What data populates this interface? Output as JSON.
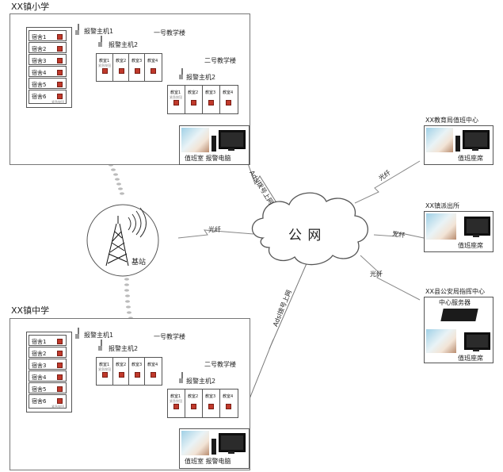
{
  "public_network": "公  网",
  "base_station": "基站",
  "link_labels": {
    "adsl_top": "Adsl拨号上网",
    "adsl_bottom": "Adsl拨号上网",
    "fiber": "光纤"
  },
  "schools": [
    {
      "name": "XX镇小学",
      "dorms": [
        "宿舍1",
        "宿舍2",
        "宿舍3",
        "宿舍4",
        "宿舍5",
        "宿舍6"
      ],
      "dorm_tag": "紧急按钮",
      "host1": "报警主机1",
      "host2": "报警主机2",
      "host3": "报警主机2",
      "building1": "一号教学楼",
      "building2": "二号教学楼",
      "classrooms": [
        "教室1",
        "教室2",
        "教室3",
        "教室4"
      ],
      "class_tag": "紧急按钮",
      "duty": "值班室 报警电脑"
    },
    {
      "name": "XX镇中学",
      "dorms": [
        "宿舍1",
        "宿舍2",
        "宿舍3",
        "宿舍4",
        "宿舍5",
        "宿舍6"
      ],
      "dorm_tag": "紧急按钮",
      "host1": "报警主机1",
      "host2": "报警主机2",
      "host3": "报警主机2",
      "building1": "一号教学楼",
      "building2": "二号教学楼",
      "classrooms": [
        "教室1",
        "教室2",
        "教室3",
        "教室4"
      ],
      "class_tag": "紧急按钮",
      "duty": "值班室 报警电脑"
    }
  ],
  "centers": [
    {
      "title": "XX教育局值班中心",
      "seat": "值班座席"
    },
    {
      "title": "XX镇派出所",
      "seat": "值班座席"
    },
    {
      "title": "XX县公安局指挥中心",
      "server": "中心服务器",
      "seat": "值班座席"
    }
  ],
  "colors": {
    "alarm": "#c0392b",
    "line": "#666666"
  }
}
